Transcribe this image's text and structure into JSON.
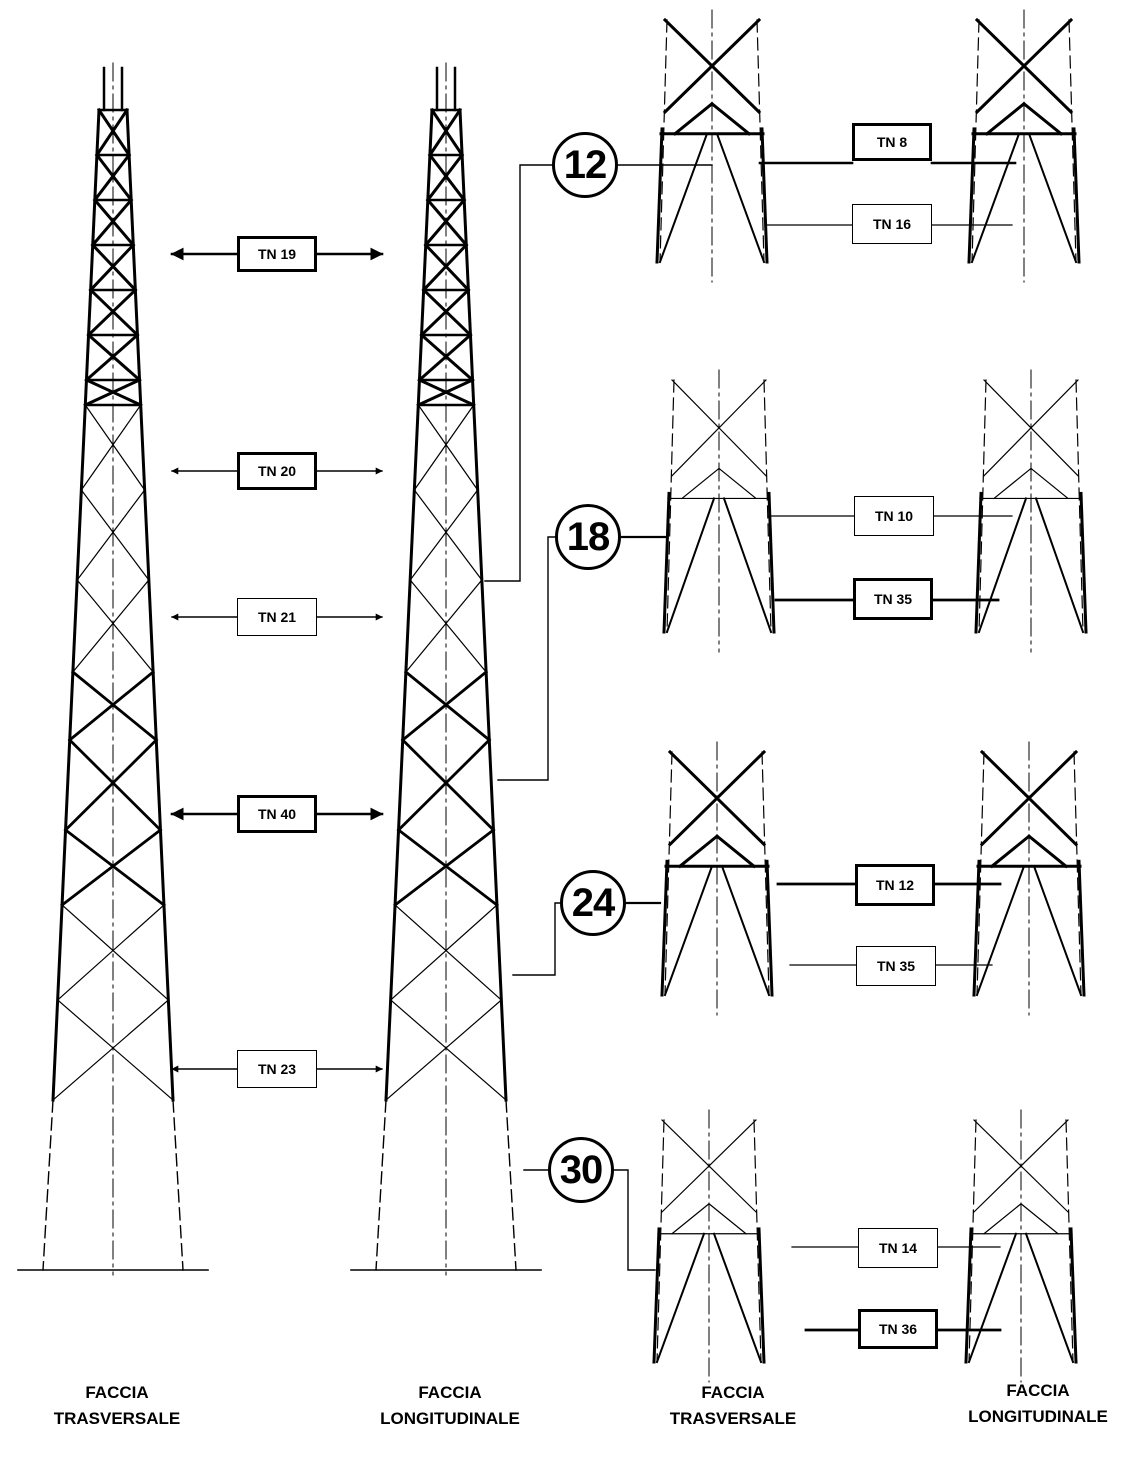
{
  "captions": [
    {
      "line1": "FACCIA",
      "line2": "TRASVERSALE"
    },
    {
      "line1": "FACCIA",
      "line2": "LONGITUDINALE"
    },
    {
      "line1": "FACCIA",
      "line2": "TRASVERSALE"
    },
    {
      "line1": "FACCIA",
      "line2": "LONGITUDINALE"
    }
  ],
  "main_labels": [
    "TN 19",
    "TN 20",
    "TN 21",
    "TN 40",
    "TN 23"
  ],
  "sections": [
    {
      "number": "12",
      "labels": [
        "TN 8",
        "TN 16"
      ]
    },
    {
      "number": "18",
      "labels": [
        "TN 10",
        "TN 35"
      ]
    },
    {
      "number": "24",
      "labels": [
        "TN 12",
        "TN 35"
      ]
    },
    {
      "number": "30",
      "labels": [
        "TN 14",
        "TN 36"
      ]
    }
  ]
}
